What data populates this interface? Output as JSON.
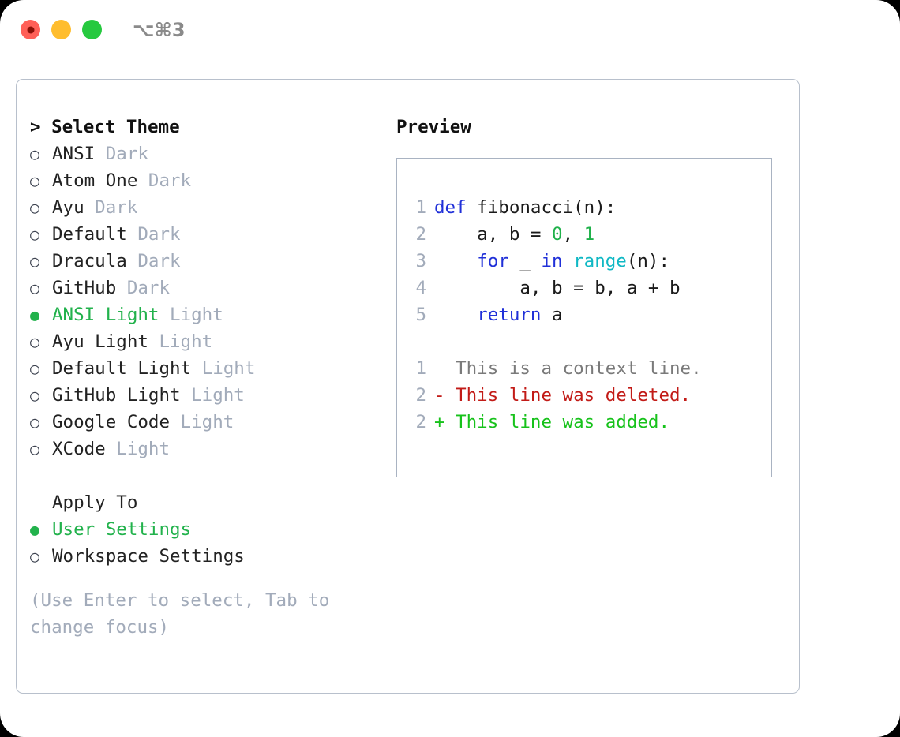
{
  "titlebar": {
    "shortcut": "⌥⌘3",
    "dots": [
      {
        "name": "close",
        "color": "#ff5f57"
      },
      {
        "name": "minimize",
        "color": "#ffbd2e"
      },
      {
        "name": "maximize",
        "color": "#26c93f"
      }
    ]
  },
  "theme_section": {
    "heading_caret": ">",
    "heading": "Select Theme",
    "items": [
      {
        "marker": "○",
        "name": "ANSI",
        "tag": "Dark",
        "selected": false
      },
      {
        "marker": "○",
        "name": "Atom One",
        "tag": "Dark",
        "selected": false
      },
      {
        "marker": "○",
        "name": "Ayu",
        "tag": "Dark",
        "selected": false
      },
      {
        "marker": "○",
        "name": "Default",
        "tag": "Dark",
        "selected": false
      },
      {
        "marker": "○",
        "name": "Dracula",
        "tag": "Dark",
        "selected": false
      },
      {
        "marker": "○",
        "name": "GitHub",
        "tag": "Dark",
        "selected": false
      },
      {
        "marker": "●",
        "name": "ANSI Light",
        "tag": "Light",
        "selected": true
      },
      {
        "marker": "○",
        "name": "Ayu Light",
        "tag": "Light",
        "selected": false
      },
      {
        "marker": "○",
        "name": "Default Light",
        "tag": "Light",
        "selected": false
      },
      {
        "marker": "○",
        "name": "GitHub Light",
        "tag": "Light",
        "selected": false
      },
      {
        "marker": "○",
        "name": "Google Code",
        "tag": "Light",
        "selected": false
      },
      {
        "marker": "○",
        "name": "XCode",
        "tag": "Light",
        "selected": false
      }
    ]
  },
  "apply_section": {
    "heading": "Apply To",
    "items": [
      {
        "marker": "●",
        "name": "User Settings",
        "selected": true
      },
      {
        "marker": "○",
        "name": "Workspace Settings",
        "selected": false
      }
    ]
  },
  "hint": "(Use Enter to select, Tab to change focus)",
  "preview": {
    "title": "Preview",
    "code_lines": [
      {
        "ln": "1",
        "tokens": [
          {
            "t": "def",
            "c": "kw"
          },
          {
            "t": " fibonacci(n):",
            "c": "txt"
          }
        ]
      },
      {
        "ln": "2",
        "tokens": [
          {
            "t": "    a, b = ",
            "c": "txt"
          },
          {
            "t": "0",
            "c": "num"
          },
          {
            "t": ", ",
            "c": "txt"
          },
          {
            "t": "1",
            "c": "num"
          }
        ]
      },
      {
        "ln": "3",
        "tokens": [
          {
            "t": "    ",
            "c": "txt"
          },
          {
            "t": "for",
            "c": "kw"
          },
          {
            "t": " _ ",
            "c": "txt"
          },
          {
            "t": "in",
            "c": "kw"
          },
          {
            "t": " ",
            "c": "txt"
          },
          {
            "t": "range",
            "c": "fn"
          },
          {
            "t": "(n):",
            "c": "txt"
          }
        ]
      },
      {
        "ln": "4",
        "tokens": [
          {
            "t": "        a, b = b, a + b",
            "c": "txt"
          }
        ]
      },
      {
        "ln": "5",
        "tokens": [
          {
            "t": "    ",
            "c": "txt"
          },
          {
            "t": "return",
            "c": "kw"
          },
          {
            "t": " a",
            "c": "txt"
          }
        ]
      }
    ],
    "diff_lines": [
      {
        "ln": "1",
        "tokens": [
          {
            "t": "  This is a context line.",
            "c": "ctx"
          }
        ]
      },
      {
        "ln": "2",
        "tokens": [
          {
            "t": "- This line was deleted.",
            "c": "del"
          }
        ]
      },
      {
        "ln": "2",
        "tokens": [
          {
            "t": "+ This line was added.",
            "c": "add"
          }
        ]
      }
    ]
  },
  "colors": {
    "accent_green": "#22b24c",
    "muted": "#a2abba",
    "keyword_blue": "#2030d8",
    "number_green": "#1fb14a",
    "function_cyan": "#0fb8c4",
    "diff_delete": "#c21b17",
    "diff_add": "#17c21b",
    "border": "#b8c0cc"
  }
}
